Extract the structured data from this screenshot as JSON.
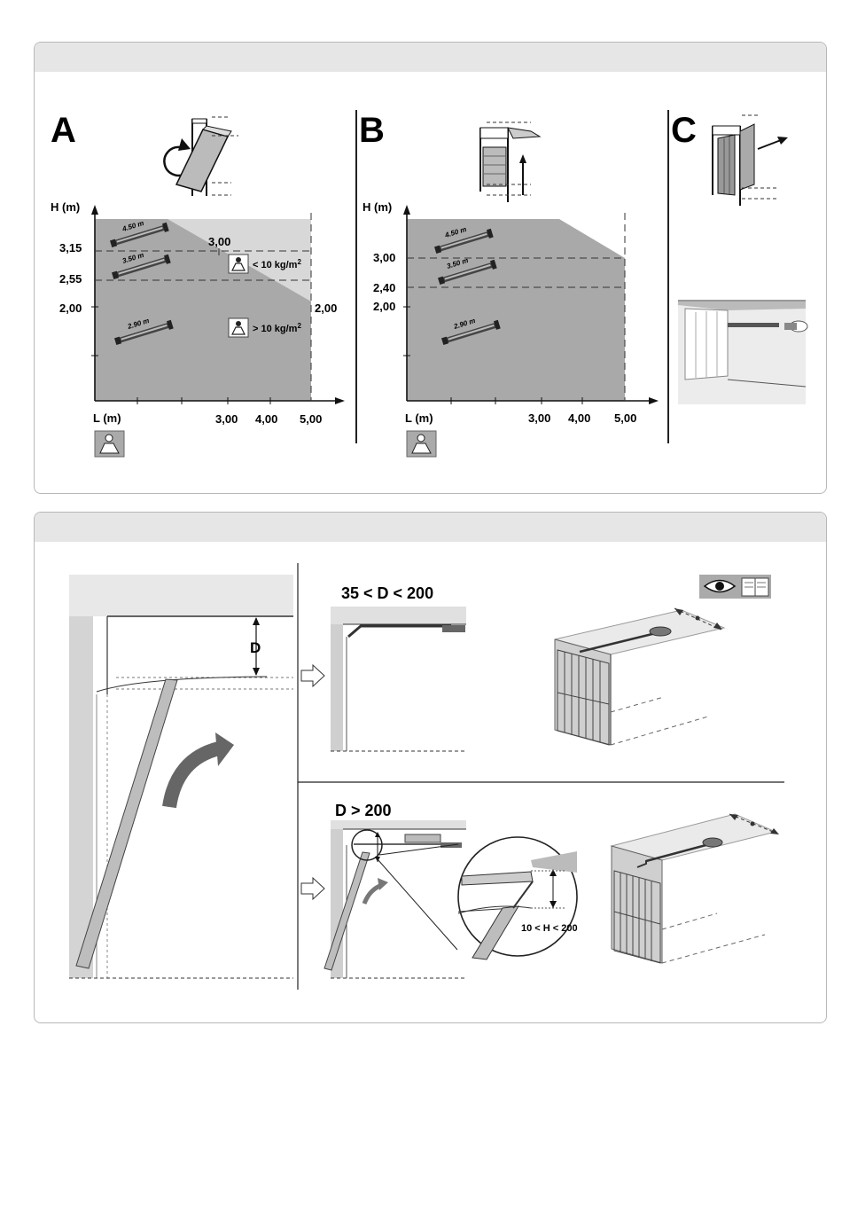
{
  "sections": {
    "a": "A",
    "b": "B",
    "c": "C"
  },
  "chart_a": {
    "y_label": "H (m)",
    "x_label": "L (m)",
    "y_ticks": [
      "3,15",
      "2,55",
      "2,00"
    ],
    "x_ticks": [
      "3,00",
      "4,00",
      "5,00"
    ],
    "point_label": "3,00",
    "right_label": "2,00",
    "rails": [
      "4.50 m",
      "3.50 m",
      "2.90 m"
    ],
    "weight_low": "< 10 kg/m",
    "weight_high": "> 10 kg/m",
    "weight_unit_sup": "2",
    "colors": {
      "dark": "#a9a9a9",
      "light": "#d8d8d8"
    }
  },
  "chart_b": {
    "y_label": "H (m)",
    "x_label": "L (m)",
    "y_ticks": [
      "3,00",
      "2,40",
      "2,00"
    ],
    "x_ticks": [
      "3,00",
      "4,00",
      "5,00"
    ],
    "rails": [
      "4.50 m",
      "3.50 m",
      "2.90 m"
    ]
  },
  "fig2": {
    "d_label": "D",
    "range1": "35 < D < 200",
    "range2": "D > 200",
    "h_range": "10 < H < 200"
  }
}
